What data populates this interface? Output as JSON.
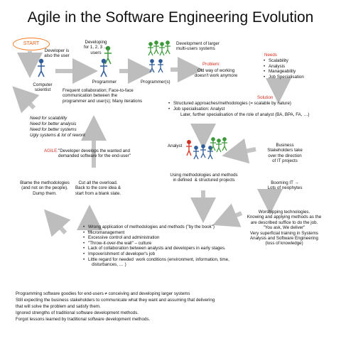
{
  "title": "Agile in the Software Engineering Evolution",
  "colors": {
    "accent_red": "#d03020",
    "start_border": "#f07d2a",
    "arrow_gray": "#c0c0c0",
    "figure_green": "#3d9a3a",
    "figure_blue": "#2f5d9a"
  },
  "start": "START",
  "developer_is_user": "Developer is\nalso the user",
  "computer_scientist": "Computer\nscientist",
  "developing_users": "Developing\nfor 1, 2, 3 …\nusers",
  "programmer": "Programmer",
  "frequent_collab": "Frequent collaboration; Face-to-face\ncommunication between the\nprogrammer and user(s); Many iterations",
  "programmers": "Programmer(s)",
  "large_systems": "Development of larger\nmulti-users systems",
  "problem_label": "Problem:",
  "problem_text": "Old way of working\ndoesn't work anymore",
  "needs_label": "Needs",
  "needs": [
    "Scalability",
    "Analysis",
    "Manageability",
    "Job Specialisation"
  ],
  "solution_label": "Solution",
  "solution_items": [
    "Structured approaches/methodologies (= scalable by nature)",
    "Job specialisation: Analyst"
  ],
  "solution_later": "Later, further specialisation of the role of analyst (BA, BPA, FA, …)",
  "needs_italic": [
    "Need for scalability",
    "Need for better analysis",
    "Need for better systems",
    "Ugly systems & lot of rework"
  ],
  "agile_label": "AGILE:",
  "agile_text": "\"Developer develops the wanted and\ndemanded software for the end-user\"",
  "analyst": "Analyst",
  "using_methodologies": "Using methodologies and methods\nin defined  & structured projects",
  "business_stakeholders": "Business\nStakeholders take\nover the direction\nof IT projects",
  "booming_it": "Booming IT →\nLots of neophytes",
  "blame_methodologies": "Blame the methodologies\n(and not on the people).\nDump them.",
  "cut_overload": "Cut all the overload.\nBack to the core idea &\nstart from a blank slate.",
  "worshipping": "Worshipping technologies.\nKnowing and applying methods as the\nare described suffice to do the job.\n\"You ask, We deliver\"\nVery superficial training in Systems\nAnalysis and Software Engineering\n(loss of knowledge)",
  "problems_list": [
    "Wrong application of methodologies and methods (\"by the book\")",
    "Micromanagement",
    "Excessive control and administration",
    "\"Throw-it-over-the wall\" – culture",
    "Lack of collaboration between analysts and developers in early stages.",
    "Impoverishment of developer's job",
    "Little regard for needed  work conditions (environment, information, time,\n   disturbances, … )"
  ],
  "bottom_lines": [
    "Programming software goodies for end-users ≠ conceiving and developing larger systems",
    "Still expecting the business stakeholders to communicate what they want and assuming that delivering",
    "that will solve the problem and satisfy them.",
    "Ignored strengths of traditional software development methods.",
    "Forgot lessons learned by traditional software development methods."
  ]
}
